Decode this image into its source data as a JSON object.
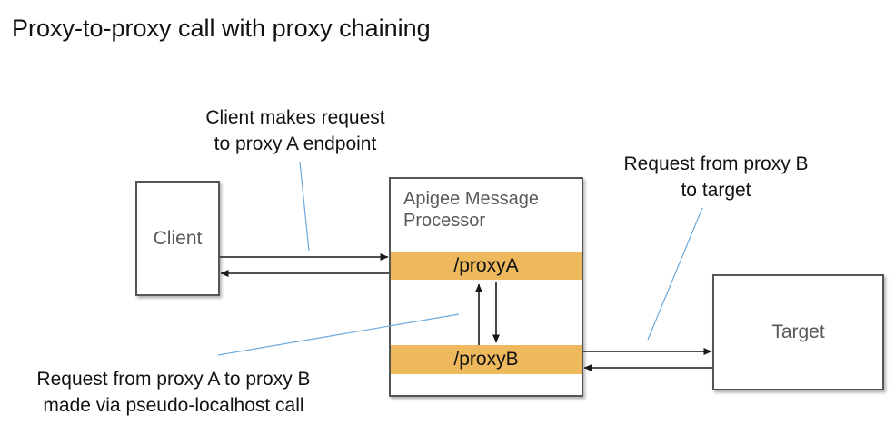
{
  "title": "Proxy-to-proxy call with proxy chaining",
  "annotations": {
    "client_request": "Client makes request\nto proxy A endpoint",
    "proxy_b_to_target": "Request from proxy B\nto target",
    "proxy_a_to_b": "Request from proxy A to proxy B\nmade via pseudo-localhost call"
  },
  "nodes": {
    "client": {
      "label": "Client"
    },
    "message_processor": {
      "label": "Apigee Message\nProcessor",
      "endpoints": [
        {
          "label": "/proxyA"
        },
        {
          "label": "/proxyB"
        }
      ]
    },
    "target": {
      "label": "Target"
    }
  },
  "colors": {
    "endpoint_bar": "#EDB95C",
    "leader_line": "#6CA9DC",
    "box_border": "#555555",
    "box_label": "#595959",
    "text": "#111111",
    "arrow": "#1a1a1a"
  }
}
